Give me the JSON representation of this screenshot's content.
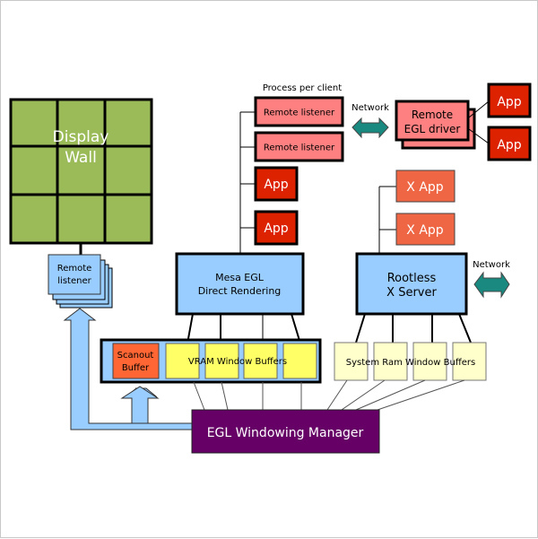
{
  "diagram": {
    "display_wall": {
      "label_lines": [
        "Display",
        "Wall"
      ],
      "grid": "3x3",
      "color": "#9bbb59"
    },
    "remote_listener_stack": {
      "label_lines": [
        "Remote",
        "listener"
      ],
      "color": "#99ccff"
    },
    "process_caption": "Process per client",
    "client_processes": [
      {
        "label": "Remote listener",
        "kind": "listener"
      },
      {
        "label": "Remote listener",
        "kind": "listener"
      },
      {
        "label": "App",
        "kind": "app"
      },
      {
        "label": "App",
        "kind": "app"
      }
    ],
    "network_left": {
      "label": "Network"
    },
    "remote_egl_driver": {
      "label_lines": [
        "Remote",
        "EGL driver"
      ]
    },
    "remote_apps": [
      {
        "label": "App"
      },
      {
        "label": "App"
      }
    ],
    "x_apps": [
      {
        "label": "X App"
      },
      {
        "label": "X App"
      }
    ],
    "mesa": {
      "label_lines": [
        "Mesa EGL",
        "Direct Rendering"
      ]
    },
    "rootless": {
      "label_lines": [
        "Rootless",
        "X Server"
      ]
    },
    "network_right": {
      "label": "Network"
    },
    "vram": {
      "scanout_lines": [
        "Scanout",
        "Buffer"
      ],
      "buffers_label": "VRAM Window Buffers",
      "buffer_count": 4
    },
    "sysram": {
      "buffers_label": "System Ram Window Buffers",
      "buffer_count": 4
    },
    "manager": {
      "label": "EGL Windowing Manager"
    },
    "colors": {
      "listener": "#ff8080",
      "app": "#dd2200",
      "x_app": "#ee6644",
      "blue": "#99ccff",
      "scanout": "#ff6633",
      "vram_buffer": "#ffff66",
      "sysram_buffer": "#ffffcc",
      "network": "#1a8a80",
      "manager": "#660066",
      "green": "#9bbb59"
    }
  }
}
